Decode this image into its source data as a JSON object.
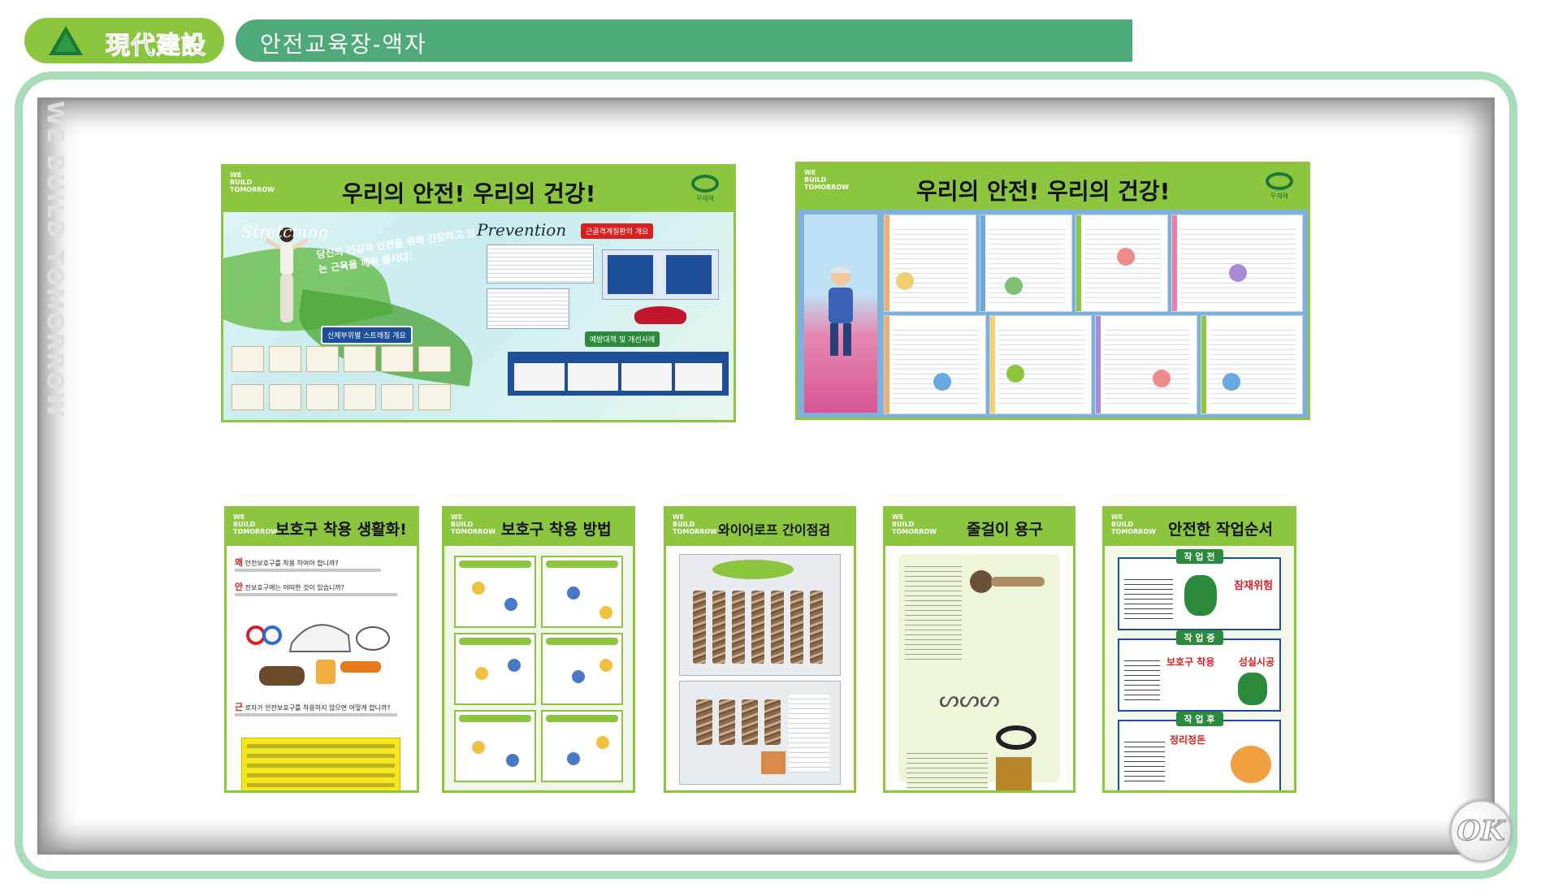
{
  "header": {
    "logo_text": "現代建設",
    "page_title": "안전교육장-액자"
  },
  "watermark": "WE BUILD TOMORROW",
  "posters": {
    "large_1": {
      "corner_tag": [
        "WE",
        "BUILD",
        "TOMORROW"
      ],
      "title": "우리의 안전! 우리의 건강!",
      "brand": "무재해",
      "script_1": "Stretching",
      "script_2": "Prevention",
      "headline": "당신의 건강과 안전을 위해 간장하고 있는 근육을 깨워 줍시다!",
      "tag_stretch": "신체부위별 스트레칭 개요",
      "tag_overview": "근골격계질환의 개요",
      "tag_cases": "예방대책 및 개선사례"
    },
    "large_2": {
      "corner_tag": [
        "WE",
        "BUILD",
        "TOMORROW"
      ],
      "title": "우리의 안전! 우리의 건강!",
      "brand": "무재해"
    },
    "small": [
      {
        "corner_tag": [
          "WE",
          "BUILD",
          "TOMORROW"
        ],
        "title": "보호구 착용 생활화!",
        "q1_lead": "왜",
        "q1": "안전보호구를 착용 하여야 합니까?",
        "q2_lead": "안",
        "q2": "전보호구에는 어떠한 것이 있습니까?",
        "q3_lead": "근",
        "q3": "로자가 안전보호구를 착용하지 않으면 어떻게 합니까?"
      },
      {
        "corner_tag": [
          "WE",
          "BUILD",
          "TOMORROW"
        ],
        "title": "보호구 착용 방법"
      },
      {
        "corner_tag": [
          "WE",
          "BUILD",
          "TOMORROW"
        ],
        "title": "와이어로프 간이점검"
      },
      {
        "corner_tag": [
          "WE",
          "BUILD",
          "TOMORROW"
        ],
        "title": "줄걸이 용구"
      },
      {
        "corner_tag": [
          "WE",
          "BUILD",
          "TOMORROW"
        ],
        "title": "안전한 작업순서",
        "step_1": "작 업 전",
        "step_2": "작 업 중",
        "step_3": "작 업 후",
        "step_1_red": "잠재위험",
        "step_2_red": "보호구 착용",
        "step_2_red_b": "성실시공",
        "step_3_red": "정리정돈"
      }
    ]
  },
  "ok_button": "OK",
  "colors": {
    "lime": "#8cc63f",
    "title_bar": "#4faa7a",
    "frame": "#a9dcb9",
    "logo_text": "#0b3f8a"
  }
}
